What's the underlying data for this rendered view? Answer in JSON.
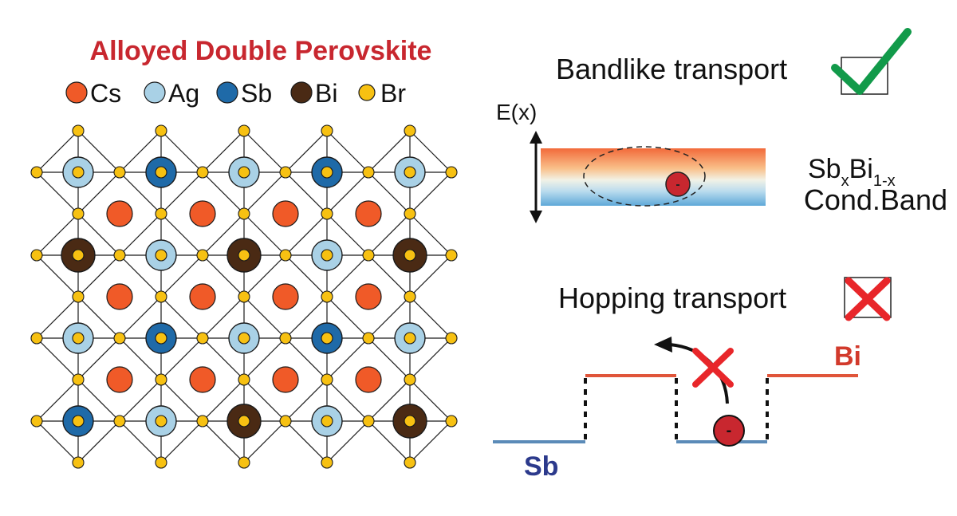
{
  "title": "Alloyed Double Perovskite",
  "legend": [
    {
      "label": "Cs",
      "fill": "#f05a28",
      "inner": null
    },
    {
      "label": "Ag",
      "fill": "#a9d1e6",
      "inner": null
    },
    {
      "label": "Sb",
      "fill": "#1f6aa8",
      "inner": null
    },
    {
      "label": "Bi",
      "fill": "#4a2a14",
      "inner": null
    },
    {
      "label": "Br",
      "fill": "#f7c112",
      "inner": null
    }
  ],
  "lattice": {
    "b_site_rows": [
      [
        "Ag",
        "Sb",
        "Ag",
        "Sb",
        "Ag"
      ],
      [
        "Bi",
        "Ag",
        "Bi",
        "Ag",
        "Bi"
      ],
      [
        "Ag",
        "Sb",
        "Ag",
        "Sb",
        "Ag"
      ],
      [
        "Sb",
        "Ag",
        "Bi",
        "Ag",
        "Bi"
      ]
    ]
  },
  "bandlike": {
    "label": "Bandlike transport",
    "status": "check",
    "axis_label": "E(x)",
    "band_label_main": "Sb",
    "band_label_sub1": "x",
    "band_label_mid": "Bi",
    "band_label_sub2": "1-x",
    "band_label_line2": "Cond.Band",
    "electron_sign": "-"
  },
  "hopping": {
    "label": "Hopping transport",
    "status": "cross",
    "low_level_label": "Sb",
    "high_level_label": "Bi",
    "electron_sign": "-"
  },
  "colors": {
    "title": "#c8272f",
    "check": "#129a4a",
    "cross": "#e8262a",
    "sb_level": "#5b8bb8",
    "bi_level": "#e0553a",
    "sb_text": "#2c3a8c",
    "bi_text": "#d23a2c",
    "electron": "#c8272f",
    "band_top": "#f26a3a",
    "band_bottom": "#5fa8d8"
  }
}
